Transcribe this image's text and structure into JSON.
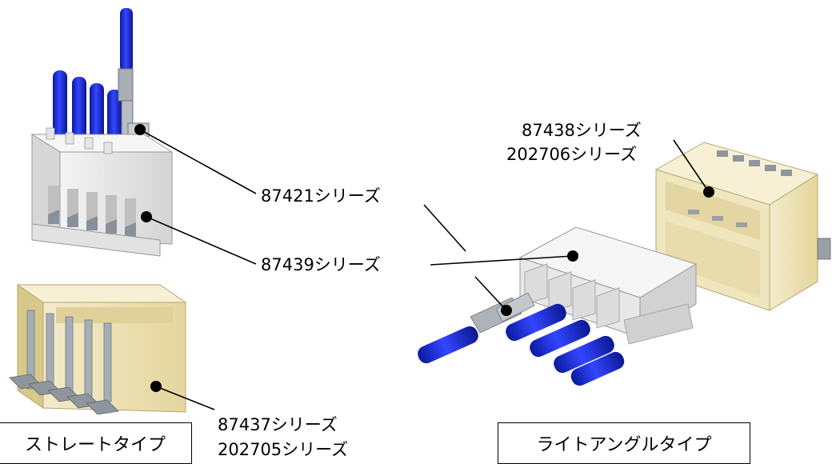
{
  "labels": {
    "l87421": "87421シリーズ",
    "l87439": "87439シリーズ",
    "l87438": "87438シリーズ",
    "l202706": "202706シリーズ",
    "l87437": "87437シリーズ",
    "l202705": "202705シリーズ"
  },
  "types": {
    "straight": "ストレートタイプ",
    "right_angle": "ライトアングルタイプ"
  },
  "colors": {
    "wire_blue": "#1a2fd0",
    "housing_white": "#e8e8e8",
    "header_ivory": "#efe3b8",
    "terminal_gray": "#9aa0a6"
  }
}
